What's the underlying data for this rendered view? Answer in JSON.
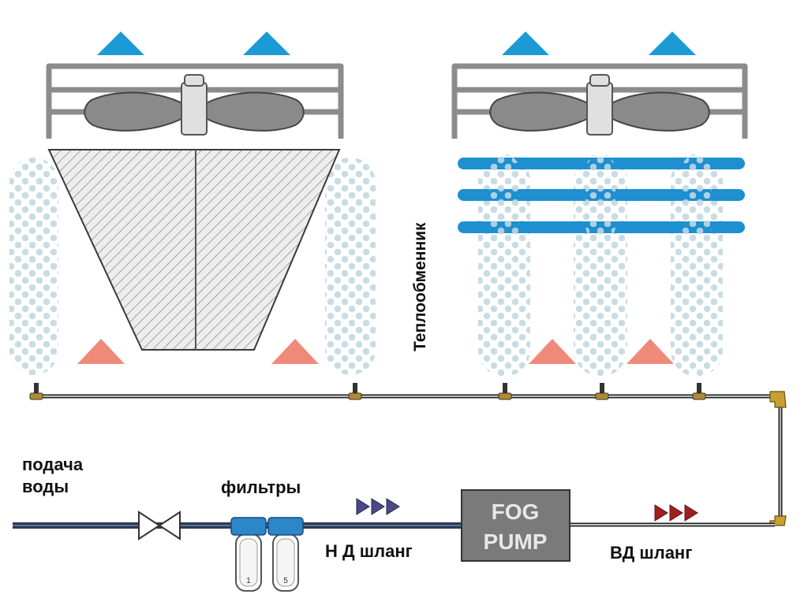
{
  "labels": {
    "water_supply": "подача\nводы",
    "filters": "фильтры",
    "low_pressure_hose": "Н Д шланг",
    "high_pressure_hose": "ВД шланг",
    "heat_exchanger": "Теплообменник",
    "pump_line1": "FOG",
    "pump_line2": "PUMP",
    "filter_1_mark": "1",
    "filter_2_mark": "5"
  },
  "colors": {
    "air_out": "#1c9ad6",
    "air_in": "#ef8a7a",
    "mist": "#c9dce4",
    "fan_blade": "#8a8a8a",
    "frame": "#8c8c8c",
    "pump_body": "#7a7a7a",
    "filter_cap": "#2c86c8",
    "water_pipe": "#2a3a55",
    "lp_arrows": "#4a4a8a",
    "hp_arrows": "#a02020",
    "fitting": "#c8a030",
    "coil_bars": "#1e8fd0"
  }
}
